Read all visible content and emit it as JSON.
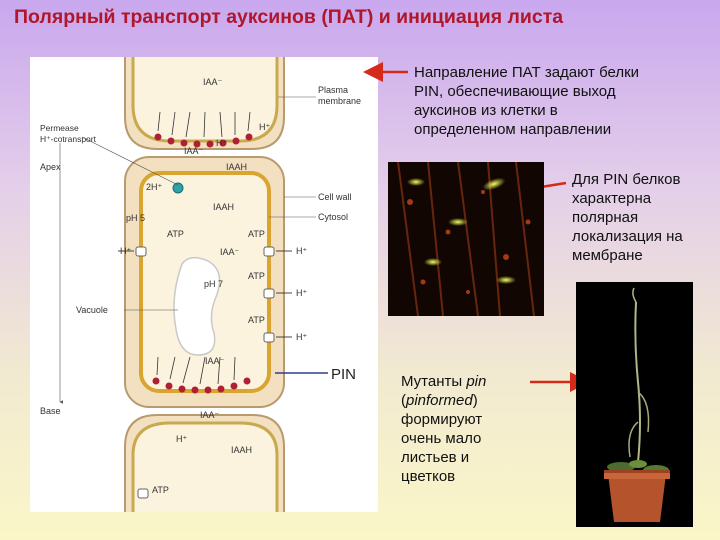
{
  "title": "Полярный транспорт ауксинов (ПАТ) и инициация листа",
  "diagram": {
    "labels": {
      "iaa_minus": "IAA⁻",
      "iaah": "IAAH",
      "h_plus": "H⁺",
      "two_h_plus": "2H⁺",
      "atp": "ATP",
      "ph5": "pH 5",
      "ph7": "pH 7",
      "plasma_membrane": "Plasma membrane",
      "permease": "Permease",
      "cotransport": "H⁺-cotransport",
      "apex": "Apex",
      "base": "Base",
      "cell_wall": "Cell wall",
      "cytosol": "Cytosol",
      "vacuole": "Vacuole"
    }
  },
  "pin_label": "PIN",
  "text_pin_direction": [
    "Направление ПАТ задают белки",
    "PIN, обеспечивающие выход",
    "ауксинов из клетки в",
    "определенном направлении"
  ],
  "text_pin_localization": [
    "Для PIN белков",
    "характерна",
    "полярная",
    "локализация на",
    "мембране"
  ],
  "text_mutants": [
    "Мутанты ",
    "pin",
    "(",
    "pinformed",
    ")",
    "формируют",
    "очень мало",
    "листьев и",
    "цветков"
  ],
  "colors": {
    "title": "#b0172b",
    "arrows": "#d52a1a",
    "pin_line": "#2e3f8f"
  }
}
